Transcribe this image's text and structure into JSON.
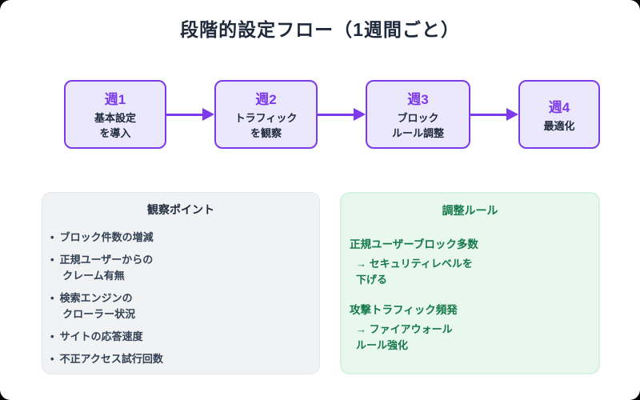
{
  "title": "段階的設定フロー（1週間ごと）",
  "colors": {
    "accent_purple": "#7c3aed",
    "box_fill": "#ece8fc",
    "dark_text": "#1e293b",
    "body_text": "#334155",
    "green_text": "#15794a",
    "gray_panel_bg": "#f1f2f4",
    "green_panel_bg": "#e9f8ef"
  },
  "flow": {
    "steps": [
      {
        "week": "週1",
        "desc": "基本設定\nを導入"
      },
      {
        "week": "週2",
        "desc": "トラフィック\nを観察"
      },
      {
        "week": "週3",
        "desc": "ブロック\nルール調整"
      },
      {
        "week": "週4",
        "desc": "最適化"
      }
    ]
  },
  "observation_panel": {
    "title": "観察ポイント",
    "bullet": "•",
    "items": [
      "ブロック件数の増減",
      "正規ユーザーからの\n クレーム有無",
      "検索エンジンの\n クローラー状況",
      "サイトの応答速度",
      "不正アクセス試行回数"
    ]
  },
  "rules_panel": {
    "title": "調整ルール",
    "rules": [
      {
        "condition": "正規ユーザーブロック多数",
        "action": "→ セキュリティレベルを\n下げる"
      },
      {
        "condition": "攻撃トラフィック頻発",
        "action": "→ ファイアウォール\nルール強化"
      }
    ]
  }
}
